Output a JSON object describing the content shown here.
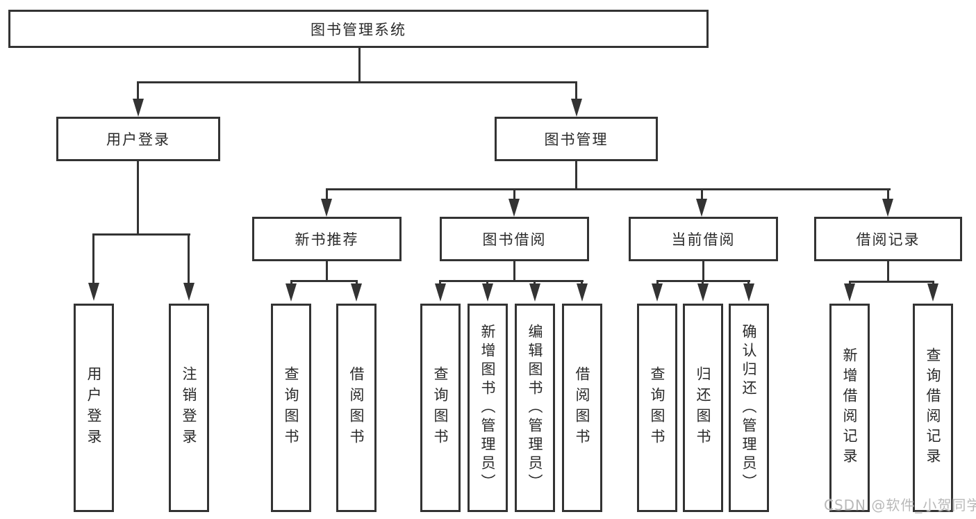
{
  "title": "图书管理系统",
  "tree": {
    "label": "图书管理系统",
    "children": [
      {
        "label": "用户登录",
        "children": [
          {
            "label": "用户登录"
          },
          {
            "label": "注销登录"
          }
        ]
      },
      {
        "label": "图书管理",
        "children": [
          {
            "label": "新书推荐",
            "children": [
              {
                "label": "查询图书"
              },
              {
                "label": "借阅图书"
              }
            ]
          },
          {
            "label": "图书借阅",
            "children": [
              {
                "label": "查询图书"
              },
              {
                "label": "新增图书（管理员）"
              },
              {
                "label": "编辑图书（管理员）"
              },
              {
                "label": "借阅图书"
              }
            ]
          },
          {
            "label": "当前借阅",
            "children": [
              {
                "label": "查询图书"
              },
              {
                "label": "归还图书"
              },
              {
                "label": "确认归还（管理员）"
              }
            ]
          },
          {
            "label": "借阅记录",
            "children": [
              {
                "label": "新增借阅记录"
              },
              {
                "label": "查询借阅记录"
              }
            ]
          }
        ]
      }
    ]
  },
  "watermark": "CSDN @软件_小贺同学",
  "colors": {
    "line": "#333333",
    "box_border": "#333333",
    "text": "#2a2a2a",
    "background": "#ffffff",
    "watermark": "#b9b9b9"
  }
}
